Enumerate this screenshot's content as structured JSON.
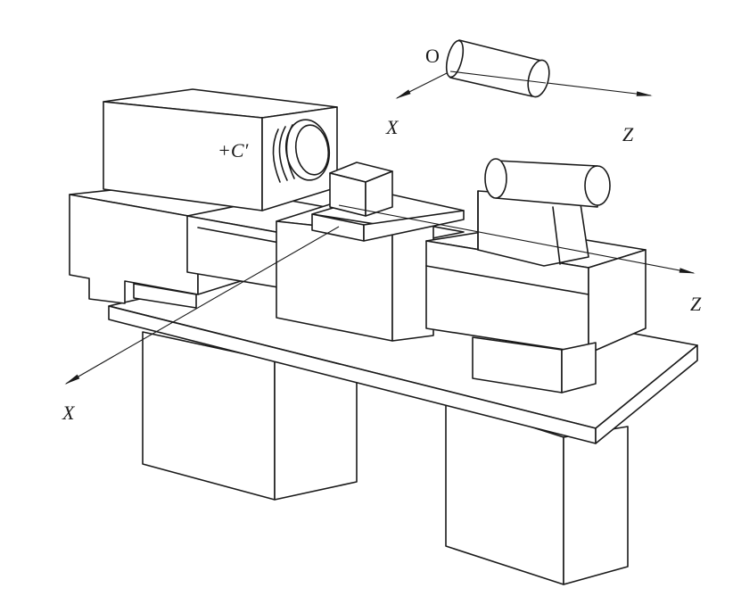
{
  "diagram": {
    "labels": {
      "origin": "O",
      "x_top": "X",
      "z_top": "Z",
      "rotary": "+C′",
      "z_right": "Z",
      "x_left": "X"
    }
  }
}
